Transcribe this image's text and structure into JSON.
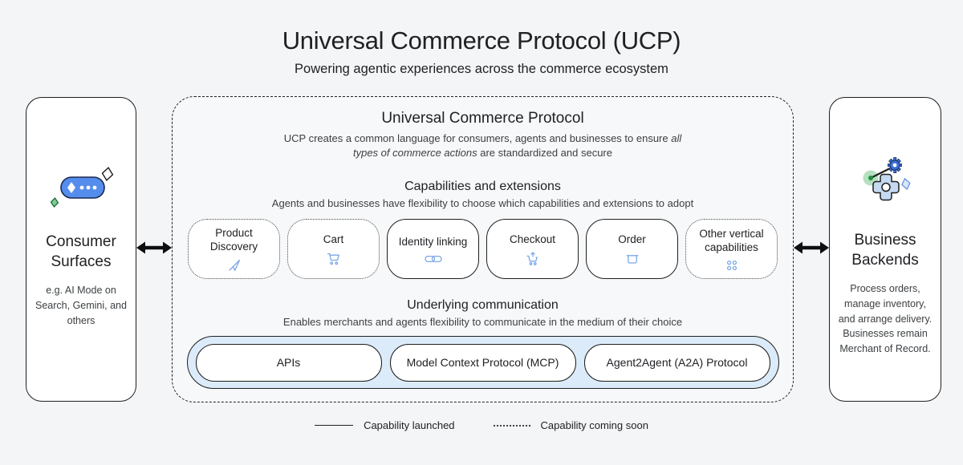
{
  "header": {
    "title": "Universal Commerce Protocol (UCP)",
    "subtitle": "Powering agentic experiences across the commerce ecosystem"
  },
  "consumer": {
    "title": "Consumer Surfaces",
    "description": "e.g. AI Mode on Search, Gemini, and others",
    "icon": "chat-capsule-sparkle-icon"
  },
  "business": {
    "title": "Business Backends",
    "description": "Process orders, manage inventory, and arrange delivery. Businesses remain Merchant of Record.",
    "icon": "gears-sparkle-icon"
  },
  "protocol": {
    "title": "Universal Commerce Protocol",
    "description_prefix": "UCP creates a common language for consumers, agents and businesses to ensure ",
    "description_italic": "all types of commerce actions",
    "description_suffix": " are standardized and secure",
    "capabilities_section": {
      "title": "Capabilities and extensions",
      "subtitle": "Agents and businesses have flexibility to choose which capabilities and extensions to adopt",
      "items": [
        {
          "label": "Product Discovery",
          "status": "coming-soon",
          "icon": "send-icon"
        },
        {
          "label": "Cart",
          "status": "coming-soon",
          "icon": "cart-icon"
        },
        {
          "label": "Identity linking",
          "status": "launched",
          "icon": "link-icon"
        },
        {
          "label": "Checkout",
          "status": "launched",
          "icon": "cart-checkout-icon"
        },
        {
          "label": "Order",
          "status": "launched",
          "icon": "order-box-icon"
        },
        {
          "label": "Other vertical capabilities",
          "status": "coming-soon",
          "icon": "grid-icon"
        }
      ]
    },
    "communication_section": {
      "title": "Underlying communication",
      "subtitle": "Enables merchants and agents flexibility to communicate in the medium of their choice",
      "items": [
        {
          "label": "APIs"
        },
        {
          "label": "Model Context Protocol (MCP)"
        },
        {
          "label": "Agent2Agent (A2A) Protocol"
        }
      ]
    }
  },
  "legend": {
    "launched_label": "Capability launched",
    "coming_soon_label": "Capability coming soon"
  },
  "colors": {
    "background": "#F4F5F7",
    "border_dark": "#1F1F1F",
    "icon_blue": "#7CA7E8",
    "band_blue": "#DCEBF9",
    "capsule_blue": "#548DEC",
    "green": "#81C995"
  }
}
